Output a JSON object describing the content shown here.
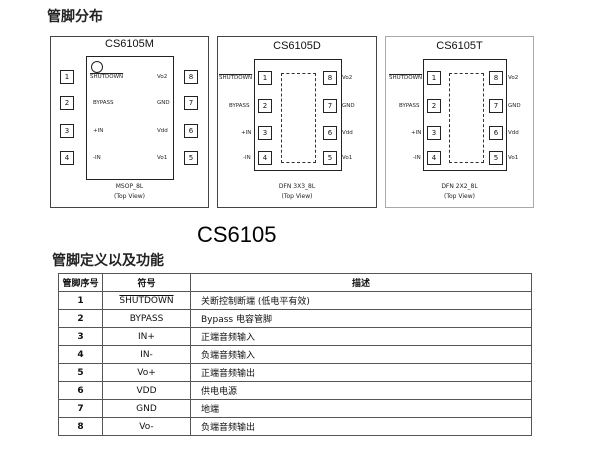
{
  "headings": {
    "pin_distribution": "管脚分布",
    "chip_name": "CS6105",
    "pin_definition": "管脚定义以及功能"
  },
  "packages": [
    {
      "name": "CS6105M",
      "left_pins": [
        {
          "num": "1",
          "label": "SHUTDOWN"
        },
        {
          "num": "2",
          "label": "BYPASS"
        },
        {
          "num": "3",
          "label": "+IN"
        },
        {
          "num": "4",
          "label": "-IN"
        }
      ],
      "right_pins": [
        {
          "num": "8",
          "label": "Vo2"
        },
        {
          "num": "7",
          "label": "GND"
        },
        {
          "num": "6",
          "label": "Vdd"
        },
        {
          "num": "5",
          "label": "Vo1"
        }
      ],
      "caption_line1": "MSOP_8L",
      "caption_line2": "(Top View)"
    },
    {
      "name": "CS6105D",
      "left_pins": [
        {
          "num": "1",
          "label": "SHUTDOWN"
        },
        {
          "num": "2",
          "label": "BYPASS"
        },
        {
          "num": "3",
          "label": "+IN"
        },
        {
          "num": "4",
          "label": "-IN"
        }
      ],
      "right_pins": [
        {
          "num": "8",
          "label": "Vo2"
        },
        {
          "num": "7",
          "label": "GND"
        },
        {
          "num": "6",
          "label": "Vdd"
        },
        {
          "num": "5",
          "label": "Vo1"
        }
      ],
      "caption_line1": "DFN 3X3_8L",
      "caption_line2": "(Top View)"
    },
    {
      "name": "CS6105T",
      "left_pins": [
        {
          "num": "1",
          "label": "SHUTDOWN"
        },
        {
          "num": "2",
          "label": "BYPASS"
        },
        {
          "num": "3",
          "label": "+IN"
        },
        {
          "num": "4",
          "label": "-IN"
        }
      ],
      "right_pins": [
        {
          "num": "8",
          "label": "Vo2"
        },
        {
          "num": "7",
          "label": "GND"
        },
        {
          "num": "6",
          "label": "Vdd"
        },
        {
          "num": "5",
          "label": "Vo1"
        }
      ],
      "caption_line1": "DFN 2X2_8L",
      "caption_line2": "(Top View)"
    }
  ],
  "table": {
    "headers": [
      "管脚序号",
      "符号",
      "描述"
    ],
    "rows": [
      {
        "num": "1",
        "symbol": "SHUTDOWN",
        "desc": "关断控制断端 (低电平有效)"
      },
      {
        "num": "2",
        "symbol": "BYPASS",
        "desc": "Bypass 电容管脚"
      },
      {
        "num": "3",
        "symbol": "IN+",
        "desc": "正端音频输入"
      },
      {
        "num": "4",
        "symbol": "IN-",
        "desc": "负端音频输入"
      },
      {
        "num": "5",
        "symbol": "Vo+",
        "desc": "正端音频输出"
      },
      {
        "num": "6",
        "symbol": "VDD",
        "desc": "供电电源"
      },
      {
        "num": "7",
        "symbol": "GND",
        "desc": "地端"
      },
      {
        "num": "8",
        "symbol": "Vo-",
        "desc": "负端音频输出"
      }
    ]
  }
}
